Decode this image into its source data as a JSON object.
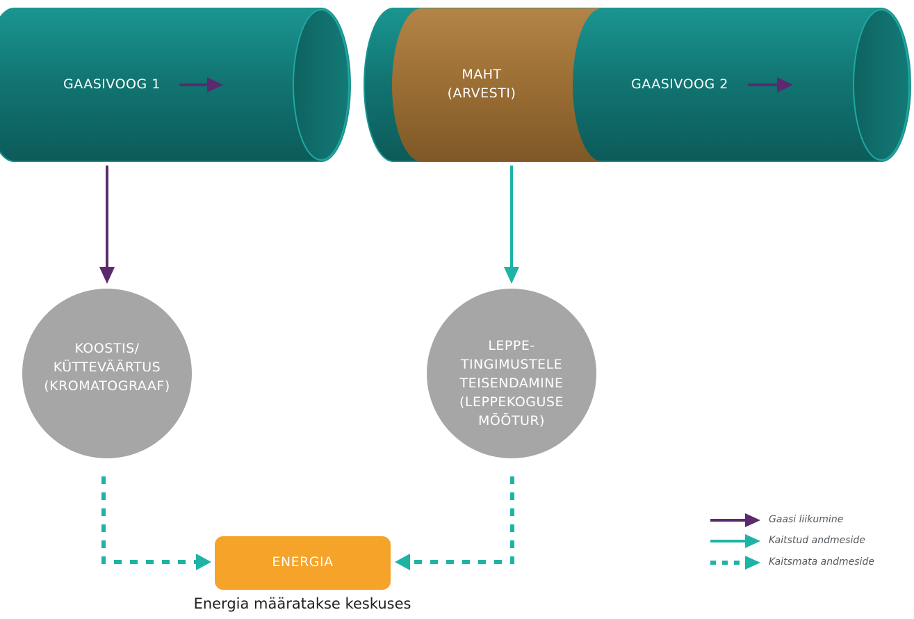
{
  "pipe1": {
    "label": "GAASIVOOG 1"
  },
  "pipe2": {
    "meter_lines": [
      "MAHT",
      "(ARVESTI)"
    ],
    "label": "GAASIVOOG 2"
  },
  "circle_left": {
    "lines": [
      "KOOSTIS/",
      "KÜTTEVÄÄRTUS",
      "(KROMATOGRAAF)"
    ]
  },
  "circle_right": {
    "lines": [
      "LEPPE-",
      "TINGIMUSTELE",
      "TEISENDAMINE",
      "(LEPPEKOGUSE",
      "MÕÕTUR)"
    ]
  },
  "energy": {
    "label": "ENERGIA",
    "caption": "Energia määratakse keskuses"
  },
  "legend": [
    {
      "label": "Gaasi liikumine",
      "style": "solid",
      "color": "#5b2a6e"
    },
    {
      "label": "Kaitstud andmeside",
      "style": "solid",
      "color": "#1fb3a6"
    },
    {
      "label": "Kaitsmata andmeside",
      "style": "dashed",
      "color": "#1fb3a6"
    }
  ],
  "colors": {
    "pipe": "#137a77",
    "pipe_light": "#1a938e",
    "pipe_dark": "#0c5a58",
    "meter": "#a8783a",
    "circle": "#a6a6a6",
    "energy_box": "#f5a329",
    "gas_arrow": "#5b2a6e",
    "data_arrow": "#1fb3a6"
  }
}
